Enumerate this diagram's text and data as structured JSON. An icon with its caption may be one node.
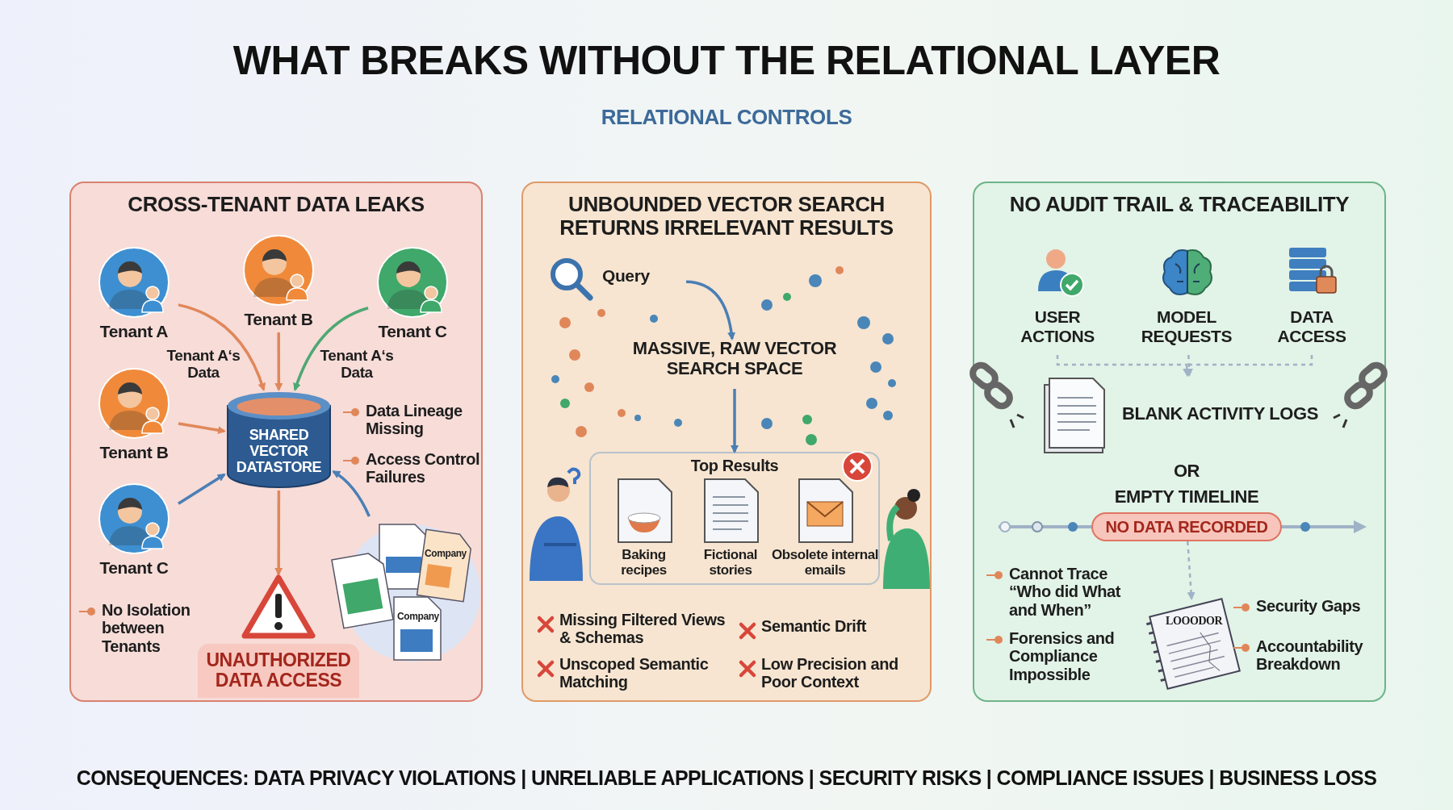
{
  "diagram": {
    "title": "WHAT BREAKS WITHOUT THE RELATIONAL LAYER",
    "caption": "CONSEQUENCES: DATA PRIVACY VIOLATIONS | UNRELIABLE APPLICATIONS | SECURITY RISKS | COMPLIANCE ISSUES | BUSINESS LOSS",
    "nodes": [
      {
        "text": [
          "CROSS-TENANT DATA LEAKS"
        ]
      },
      {
        "text": [
          "Tenant A"
        ],
        "in": 0
      },
      {
        "text": [
          "Tenant B"
        ],
        "in": 0
      },
      {
        "text": [
          "Tenant C"
        ],
        "in": 0
      },
      {
        "text": [
          "Tenant B"
        ],
        "in": 0
      },
      {
        "text": [
          "Tenant C"
        ],
        "in": 0
      },
      {
        "text": [
          "SHARED VECTOR DATASTORE"
        ],
        "in": 0
      },
      {
        "text": [
          "Company",
          "Company"
        ],
        "in": 0
      },
      {
        "text": [
          "UNAUTHORIZED DATA ACCESS"
        ],
        "in": 0
      },
      {
        "text": [
          "UNBOUNDED VECTOR SEARCH RETURNS IRRELEVANT RESULTS"
        ]
      },
      {
        "text": [
          "Query"
        ],
        "in": 9
      },
      {
        "text": [
          "MASSIVE, RAW VECTOR SEARCH SPACE"
        ],
        "in": 9
      },
      {
        "text": [
          "Top Results"
        ],
        "in": 9
      },
      {
        "text": [
          "Baking recipes"
        ],
        "in": 12
      },
      {
        "text": [
          "Fictional stories"
        ],
        "in": 12
      },
      {
        "text": [
          "Obsolete internal emails"
        ],
        "in": 12
      },
      {
        "text": [
          "NO AUDIT TRAIL & TRACEABILITY"
        ]
      },
      {
        "text": [
          "USER ACTIONS"
        ],
        "in": 16
      },
      {
        "text": [
          "MODEL REQUESTS"
        ],
        "in": 16
      },
      {
        "text": [
          "DATA ACCESS"
        ],
        "in": 16
      },
      {
        "text": [
          "BLANK ACTIVITY LOGS"
        ],
        "in": 16
      },
      {
        "text": [
          "NO DATA RECORDED"
        ],
        "in": 16
      },
      {
        "text": [
          "LOOODOR"
        ],
        "in": 16
      }
    ],
    "edges": [
      {
        "from": 1,
        "to": 6,
        "arrow": "to",
        "label": "Tenant A‘s Data",
        "color": "#e0875a"
      },
      {
        "from": 2,
        "to": 6,
        "arrow": "to",
        "color": "#e0875a"
      },
      {
        "from": 3,
        "to": 6,
        "arrow": "to",
        "label": "Tenant A‘s Data",
        "color": "#4ea874"
      },
      {
        "from": 4,
        "to": 6,
        "arrow": "to",
        "color": "#e0875a"
      },
      {
        "from": 5,
        "to": 6,
        "arrow": "to",
        "color": "#4a7fb5"
      },
      {
        "from": 7,
        "to": 6,
        "arrow": "to",
        "color": "#4a7fb5"
      },
      {
        "from": 6,
        "to": 8,
        "arrow": "to",
        "color": "#e0875a"
      },
      {
        "from": 10,
        "to": 11,
        "arrow": "to",
        "color": "#4a7fb5"
      },
      {
        "from": 11,
        "to": 12,
        "arrow": "to",
        "color": "#4a7fb5"
      },
      {
        "from": 17,
        "to": 20,
        "arrow": "to",
        "style": "dashed",
        "color": "#9fb2c6"
      },
      {
        "from": 18,
        "to": 20,
        "arrow": "to",
        "style": "dashed",
        "color": "#9fb2c6"
      },
      {
        "from": 19,
        "to": 20,
        "arrow": "to",
        "style": "dashed",
        "color": "#9fb2c6"
      },
      {
        "from": 21,
        "to": 22,
        "arrow": "to",
        "style": "dashed",
        "color": "#9fb2c6"
      }
    ],
    "labels": [
      "RELATIONAL CONTROLS",
      "Data Lineage Missing",
      "Access Control Failures",
      "No Isolation between Tenants",
      "Missing Filtered Views & Schemas",
      "Semantic Drift",
      "Unscoped Semantic Matching",
      "Low Precision and Poor Context",
      "OR",
      "EMPTY TIMELINE",
      "Cannot Trace “Who did What and When”",
      "Security Gaps",
      "Forensics and Compliance Impossible",
      "Accountability Breakdown"
    ]
  }
}
